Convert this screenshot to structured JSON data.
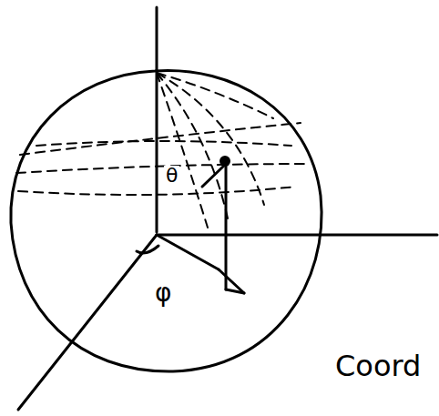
{
  "diagram": {
    "labels": [
      "θ",
      "φ",
      "Coord"
    ]
  }
}
